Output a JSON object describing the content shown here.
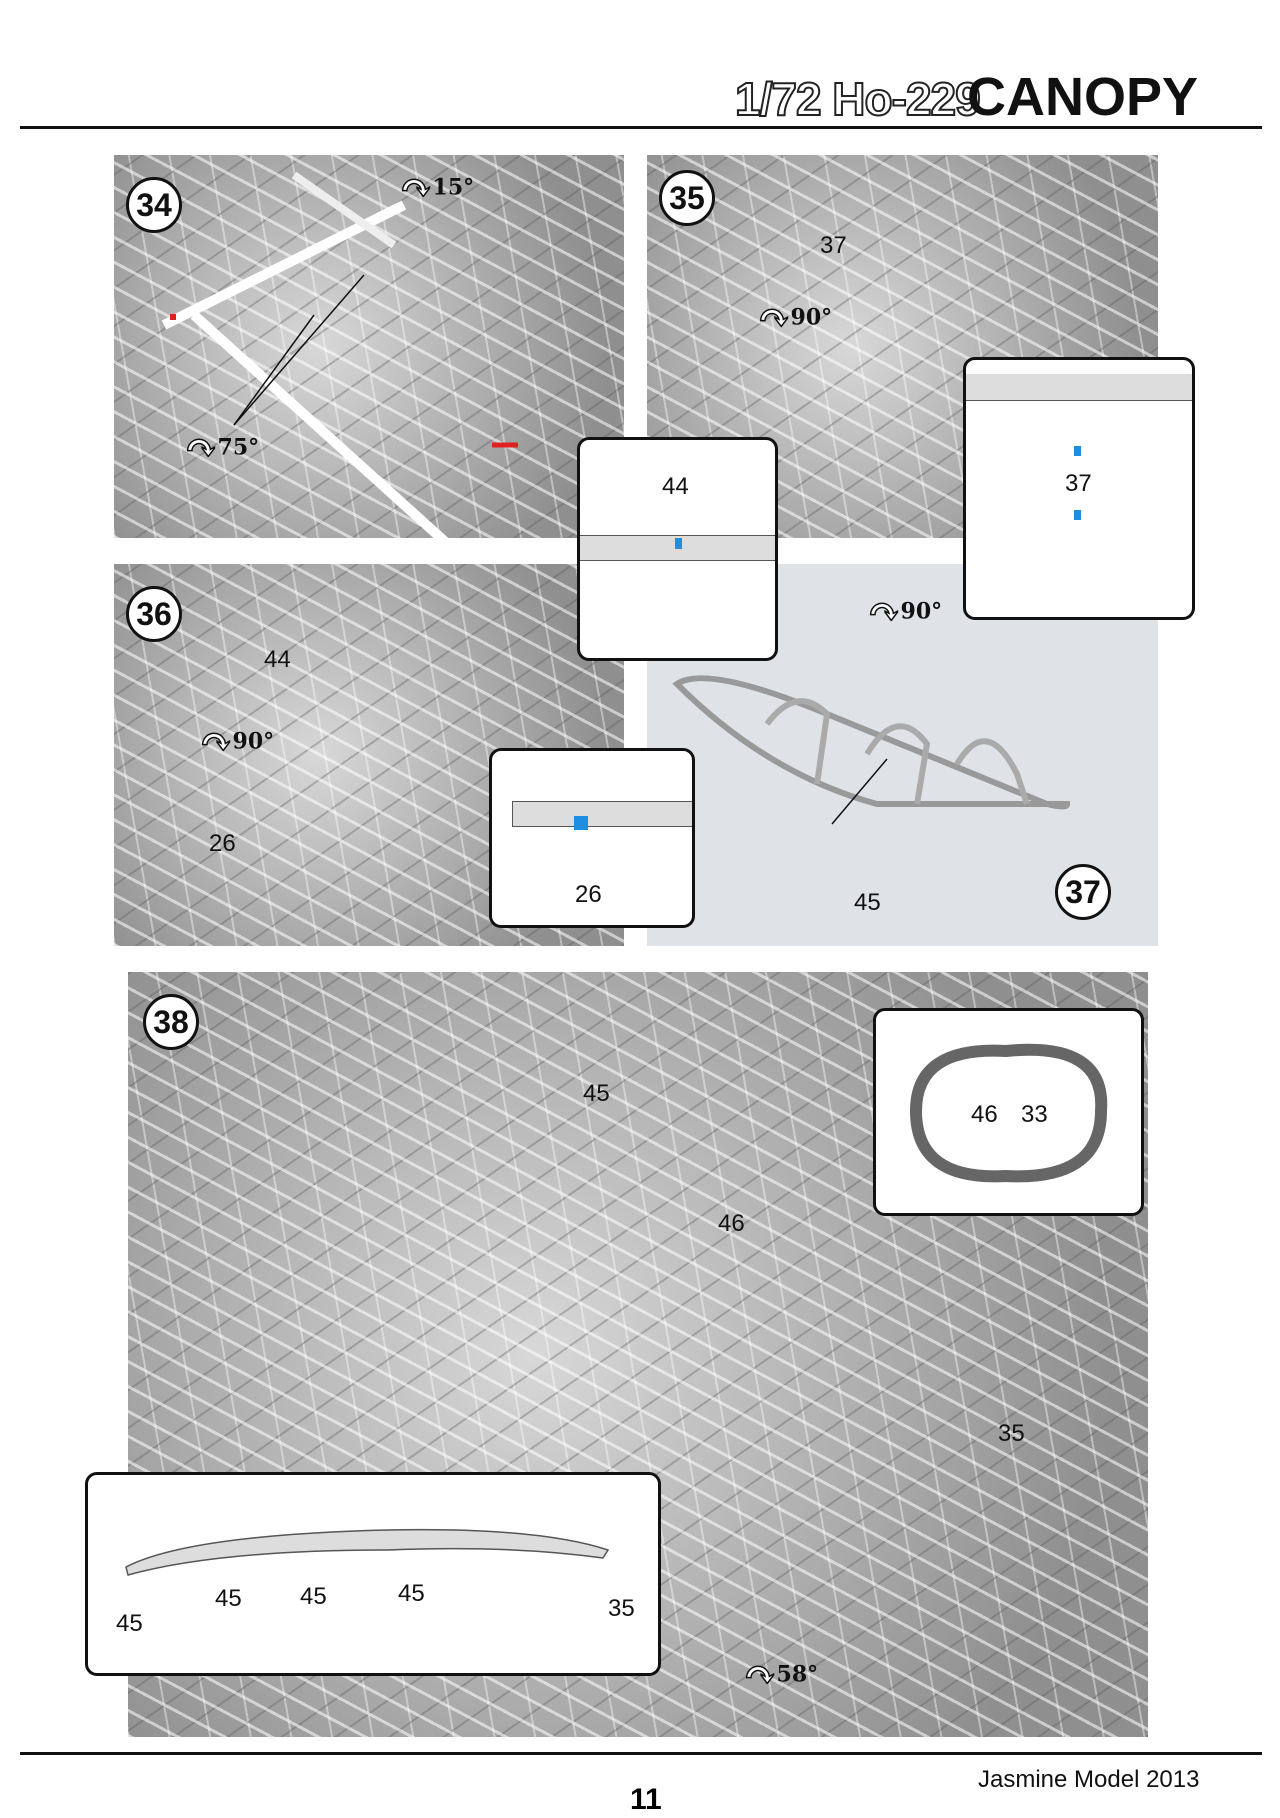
{
  "header": {
    "model": "1/72 Ho-229",
    "section": "CANOPY"
  },
  "steps": [
    {
      "number": "34",
      "rotations": [
        "15°",
        "75°"
      ]
    },
    {
      "number": "35",
      "labels": [
        "37"
      ],
      "rotations": [
        "90°"
      ],
      "inset_labels": [
        "37"
      ]
    },
    {
      "number": "36",
      "labels": [
        "44",
        "26"
      ],
      "rotations": [
        "90°"
      ],
      "inset_44": "44",
      "inset_26": "26"
    },
    {
      "number": "37",
      "labels": [
        "45"
      ],
      "rotations": [
        "90°"
      ]
    },
    {
      "number": "38",
      "labels": [
        "45",
        "46",
        "35"
      ],
      "rotations": [
        "58°"
      ],
      "inset_ring": [
        "46",
        "33"
      ],
      "inset_strip": [
        "45",
        "45",
        "45",
        "45",
        "35"
      ]
    }
  ],
  "footer": {
    "page": "11",
    "brand": "Jasmine Model 2013"
  },
  "colors": {
    "part_marker_blue": "#1e8fe0",
    "glue_red": "#e02020"
  }
}
